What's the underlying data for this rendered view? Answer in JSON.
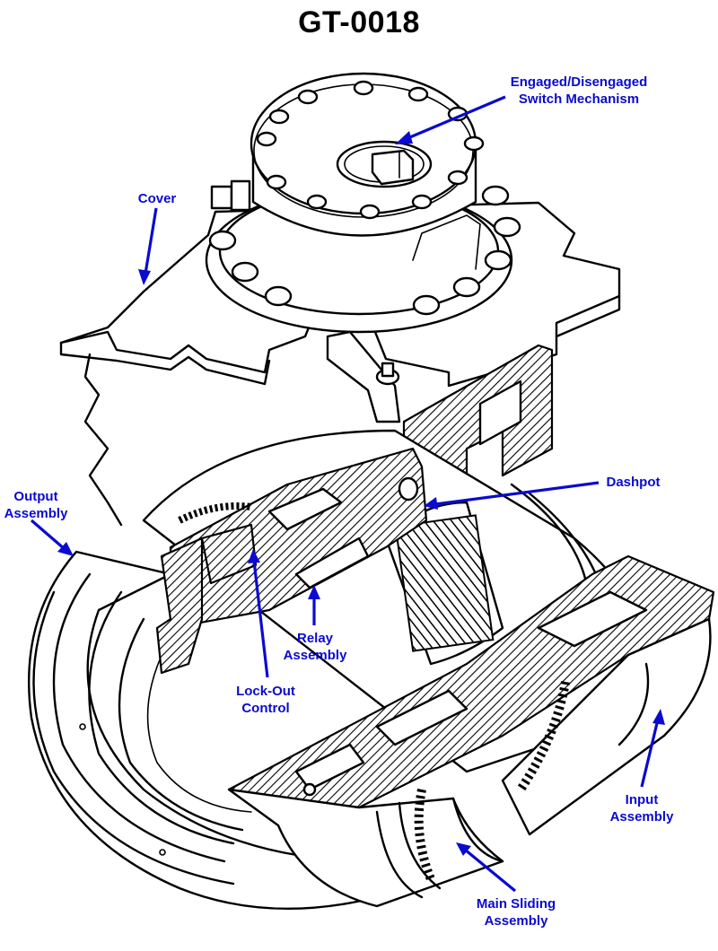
{
  "title": "GT-0018",
  "label_color": "#0a0ad0",
  "labels": {
    "switch_mechanism": {
      "line1": "Engaged/Disengaged",
      "line2": "Switch Mechanism"
    },
    "cover": {
      "line1": "Cover"
    },
    "dashpot": {
      "line1": "Dashpot"
    },
    "output_assembly": {
      "line1": "Output",
      "line2": "Assembly"
    },
    "relay_assembly": {
      "line1": "Relay",
      "line2": "Assembly"
    },
    "lockout_control": {
      "line1": "Lock-Out",
      "line2": "Control"
    },
    "input_assembly": {
      "line1": "Input",
      "line2": "Assembly"
    },
    "main_sliding_assembly": {
      "line1": "Main Sliding",
      "line2": "Assembly"
    }
  }
}
